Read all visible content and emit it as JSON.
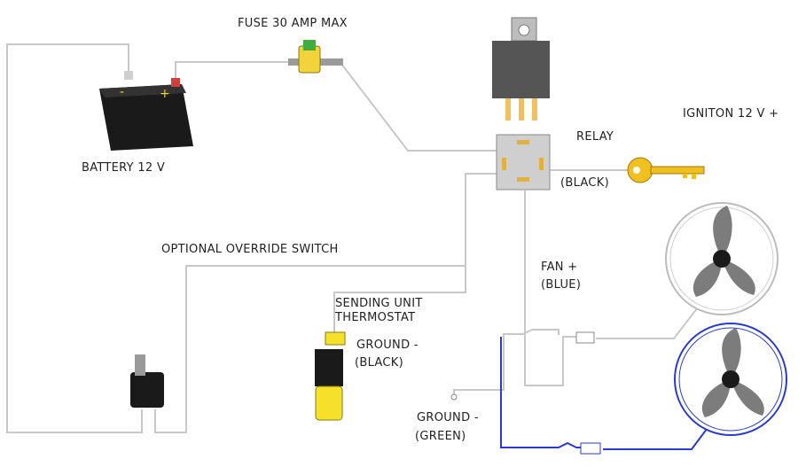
{
  "labels": {
    "fuse": "FUSE 30 AMP MAX",
    "battery": "BATTERY 12 V",
    "relay": "RELAY",
    "ignition": "IGNITON 12 V +",
    "relay_black": "(BLACK)",
    "override": "OPTIONAL OVERRIDE SWITCH",
    "sending_unit_1": "SENDING UNIT",
    "sending_unit_2": "THERMOSTAT",
    "ground_black_1": "GROUND -",
    "ground_black_2": "(BLACK)",
    "fan_plus_1": "FAN +",
    "fan_plus_2": "(BLUE)",
    "ground_green_1": "GROUND -",
    "ground_green_2": "(GREEN)"
  },
  "battery_terminals": {
    "negative": "-",
    "positive": "+"
  },
  "colors": {
    "wire": "#c8c8c8",
    "wire_blue": "#2a3ad0",
    "battery_body": "#1a1a1a",
    "fuse_green": "#3fae3f",
    "fuse_yellow": "#f2d43a",
    "relay_dark": "#5a5a5a",
    "relay_body": "#bdbdbd",
    "key_gold": "#f0c020",
    "sensor_yellow": "#f5e12a",
    "fan_gray": "#7c7c7c",
    "fan_hub": "#1a1a1a"
  },
  "icons": [
    "battery-icon",
    "fuse-icon",
    "relay-icon",
    "relay-socket-icon",
    "ignition-key-icon",
    "toggle-switch-icon",
    "thermostat-sensor-icon",
    "fan-icon"
  ]
}
